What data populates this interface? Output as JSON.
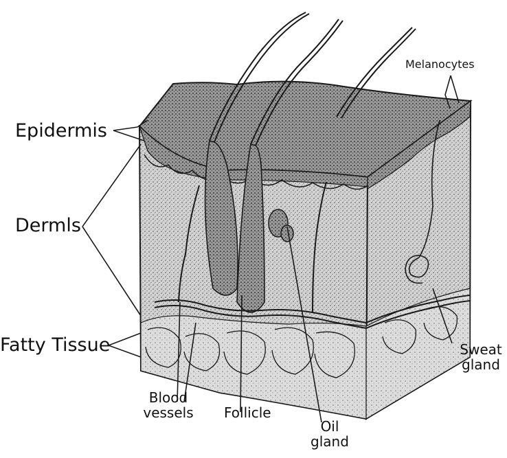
{
  "diagram": {
    "labels": {
      "epidermis": "Epidermis",
      "dermis": "Dermls",
      "fatty_tissue": "Fatty Tissue",
      "melanocytes": "Melanocytes",
      "sweat_gland_line1": "Sweat",
      "sweat_gland_line2": "gland",
      "blood_vessels_line1": "Blood",
      "blood_vessels_line2": "vessels",
      "follicle": "Follicle",
      "oil_gland_line1": "Oil",
      "oil_gland_line2": "gland"
    },
    "colors": {
      "ink": "#1a1a1a",
      "tissue_fill": "#c9c9c9",
      "top_fill": "#8a8a8a",
      "epidermis_band": "#5a5a5a",
      "background": "#ffffff"
    }
  }
}
